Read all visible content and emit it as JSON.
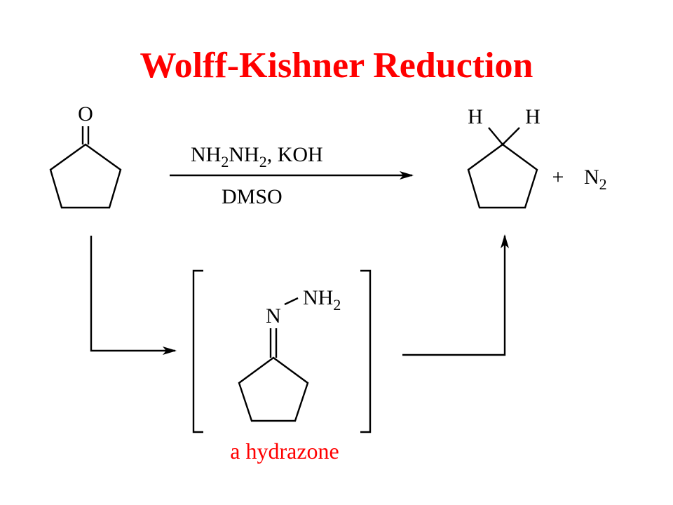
{
  "slide": {
    "title": "Wolff-Kishner Reduction",
    "title_color": "#ff0000",
    "caption_color": "#ff0000"
  },
  "ketone": {
    "oxygen": "O"
  },
  "reaction": {
    "reagent_1": "NH",
    "reagent_1_sub": "2",
    "reagent_2": "NH",
    "reagent_2_sub": "2",
    "reagent_3": ", KOH",
    "solvent": "DMSO"
  },
  "product": {
    "h_left": "H",
    "h_right": "H",
    "plus": "+",
    "n2": "N",
    "n2_sub": "2"
  },
  "intermediate": {
    "n_atom": "N",
    "nh2": "NH",
    "nh2_sub": "2",
    "caption": "a hydrazone"
  }
}
